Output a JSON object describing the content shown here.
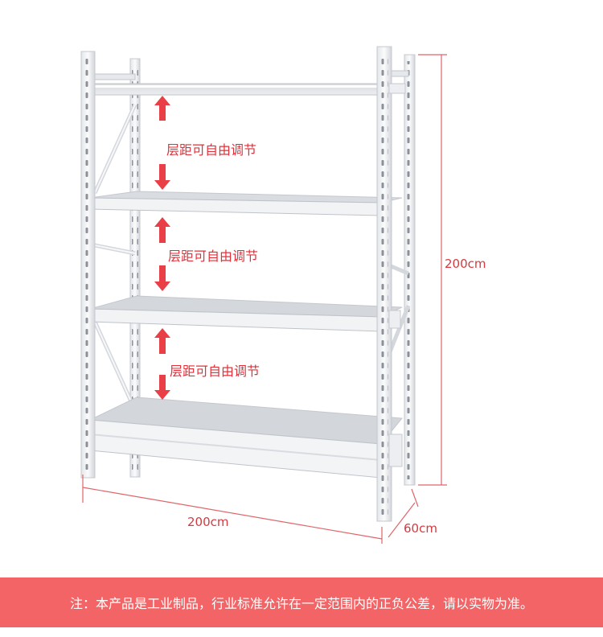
{
  "labels": {
    "spacing_1": "层距可自由调节",
    "spacing_2": "层距可自由调节",
    "spacing_3": "层距可自由调节"
  },
  "dimensions": {
    "height": "200cm",
    "width": "200cm",
    "depth": "60cm"
  },
  "footer": {
    "note": "注：本产品是工业制品，行业标准允许在一定范围内的正负公差，请以实物为准。"
  },
  "colors": {
    "accent_red": "#e94047",
    "dimension_line": "#e06569",
    "footer_bg": "#f26466",
    "rack_white": "#f4f5f7",
    "rack_shadow": "#c9ccd2"
  }
}
